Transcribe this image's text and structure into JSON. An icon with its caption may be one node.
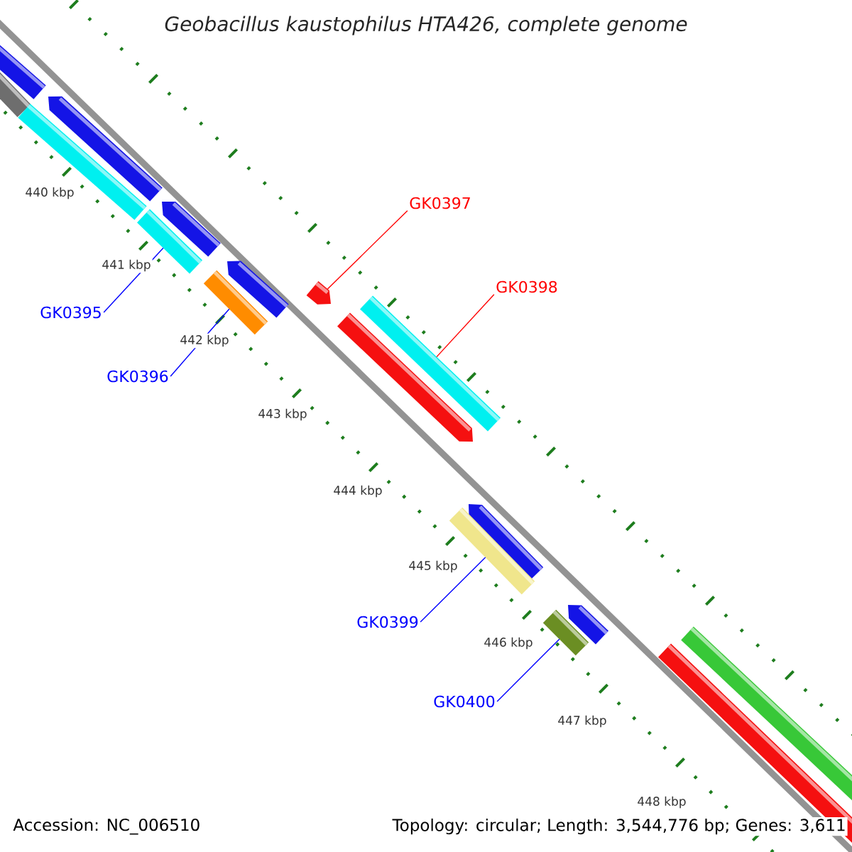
{
  "diagram": {
    "title": "Geobacillus kaustophilus HTA426, complete genome",
    "nodes": [
      {
        "text": [
          "GK0395"
        ]
      },
      {
        "text": [
          "GK0396"
        ]
      },
      {
        "text": [
          "GK0397"
        ]
      },
      {
        "text": [
          "GK0398"
        ]
      },
      {
        "text": [
          "GK0399"
        ]
      },
      {
        "text": [
          "GK0400"
        ]
      },
      {
        "text": [],
        "shape": "bar"
      },
      {
        "text": [],
        "shape": "bar"
      },
      {
        "text": [],
        "shape": "arrow"
      },
      {
        "text": [],
        "shape": "bar"
      },
      {
        "text": [],
        "shape": "bar"
      },
      {
        "text": [],
        "shape": "bar"
      }
    ],
    "edges": [
      {
        "from": 0,
        "to": 6,
        "arrow": "none",
        "color": "#0000ff"
      },
      {
        "from": 1,
        "to": 7,
        "arrow": "none",
        "color": "#0000ff"
      },
      {
        "from": 2,
        "to": 8,
        "arrow": "none",
        "color": "#ff0000"
      },
      {
        "from": 3,
        "to": 9,
        "arrow": "none",
        "color": "#ff0000"
      },
      {
        "from": 4,
        "to": 10,
        "arrow": "none",
        "color": "#0000ff"
      },
      {
        "from": 5,
        "to": 11,
        "arrow": "none",
        "color": "#0000ff"
      }
    ],
    "labels": [
      "440 kbp",
      "441 kbp",
      "442 kbp",
      "443 kbp",
      "444 kbp",
      "445 kbp",
      "446 kbp",
      "447 kbp",
      "448 kbp",
      "Accession: NC_006510",
      "Topology: circular; Length: 3,544,776 bp; Genes: 3,611"
    ]
  }
}
